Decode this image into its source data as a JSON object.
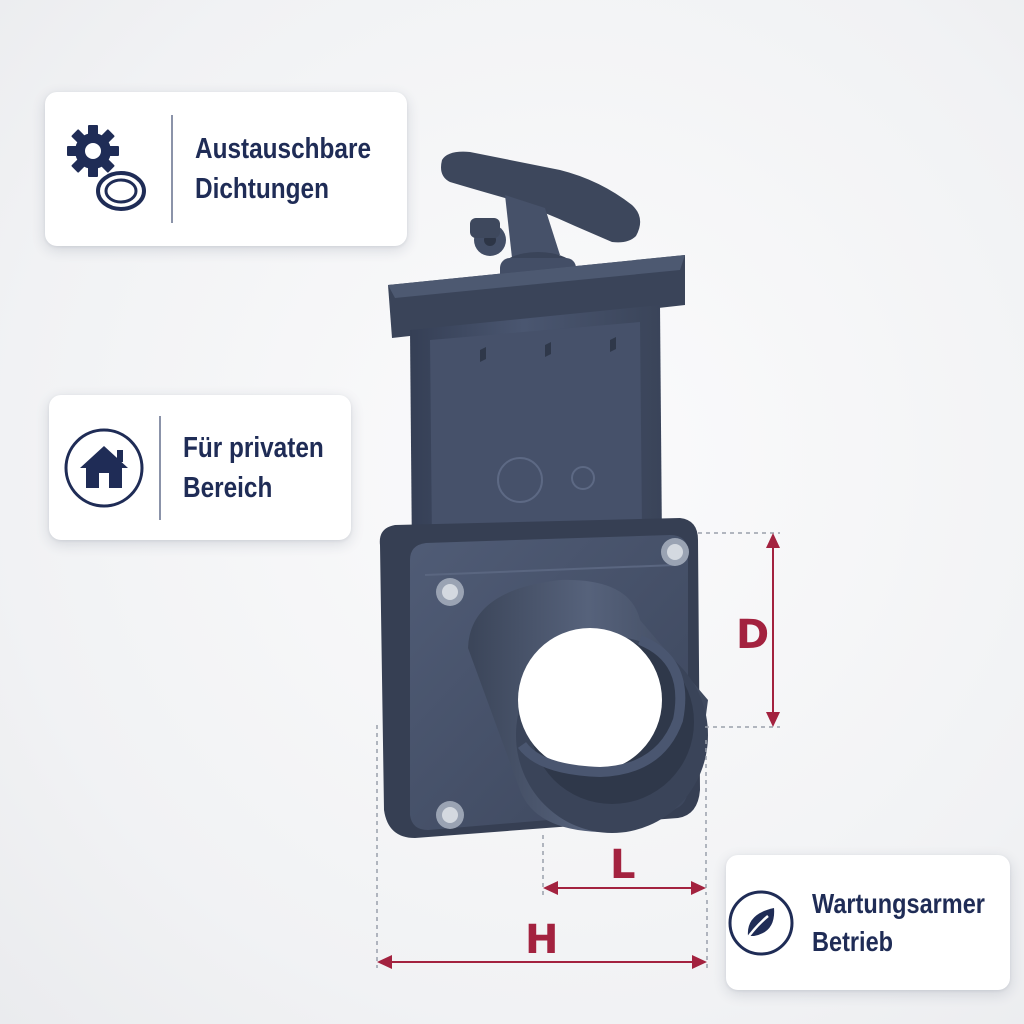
{
  "features": {
    "seals": {
      "line1": "Austauschbare",
      "line2": "Dichtungen",
      "icon": "gear-and-seal-ring-icon"
    },
    "private": {
      "line1": "Für privaten",
      "line2": "Bereich",
      "icon": "house-icon"
    },
    "maintenance": {
      "line1": "Wartungsarmer",
      "line2": "Betrieb",
      "icon": "leaf-icon"
    }
  },
  "dimensions": {
    "d": "D",
    "l": "L",
    "h": "H"
  },
  "colors": {
    "text": "#1f2c56",
    "dimension": "#a3223f",
    "valve": "#404b62"
  }
}
